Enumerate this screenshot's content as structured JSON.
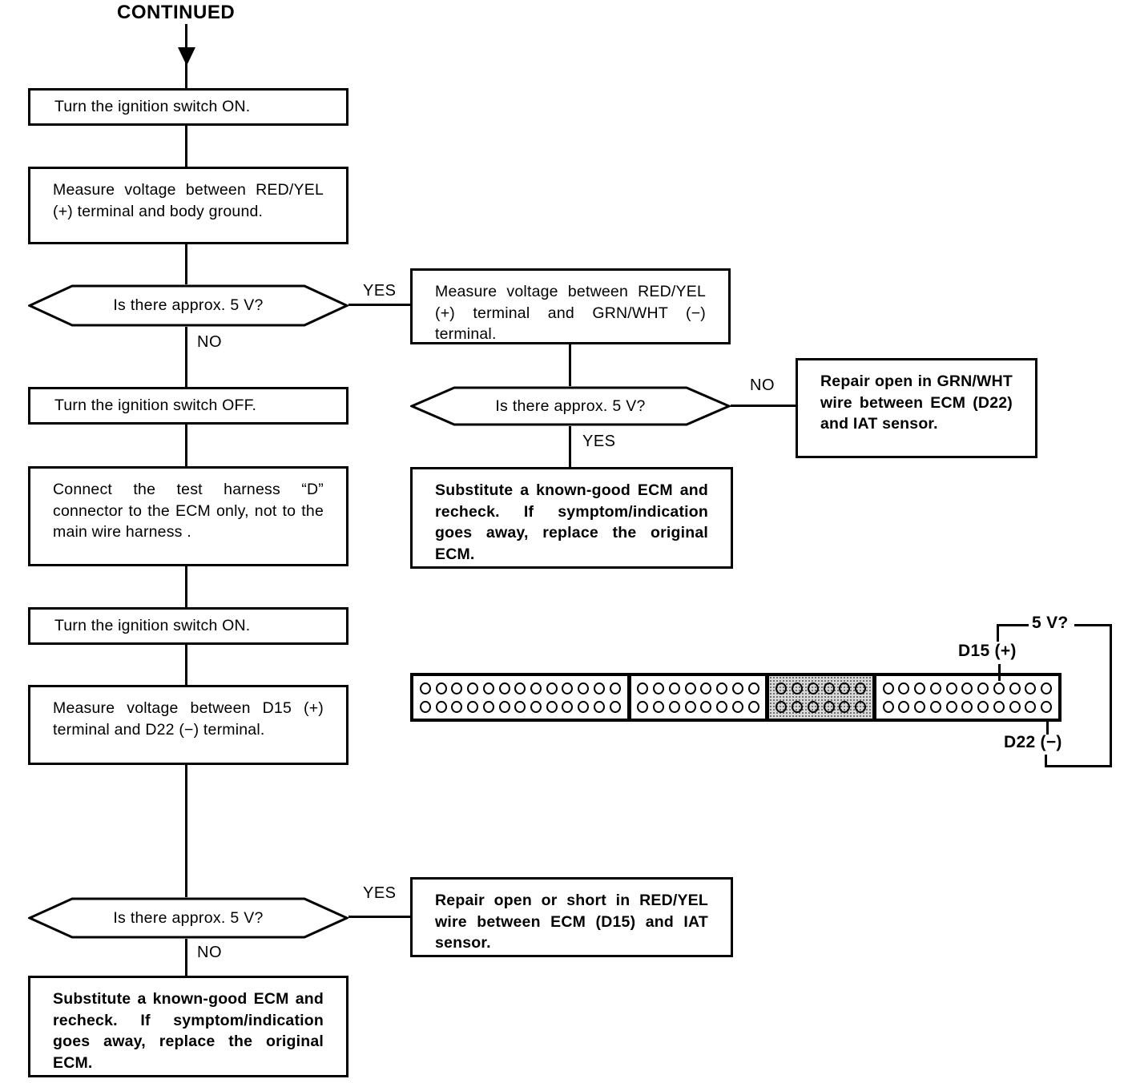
{
  "header": {
    "continued_label": "CONTINUED"
  },
  "labels": {
    "yes": "YES",
    "no": "NO"
  },
  "flow": {
    "box1": "Turn the ignition switch ON.",
    "box2": "Measure voltage between RED/YEL (+) terminal and body ground.",
    "decision1": "Is there approx. 5 V?",
    "box3": "Turn the ignition switch OFF.",
    "box4": "Connect the test harness “D” connector to the ECM only, not to the main wire harness .",
    "box5": "Turn the ignition switch ON.",
    "box6": "Measure voltage between D15 (+) terminal and D22 (−) terminal.",
    "decision2": "Is there approx. 5 V?",
    "box7": "Substitute a known-good ECM and recheck. If symptom/indication goes away, replace the original ECM."
  },
  "right_branch": {
    "boxR1": "Measure voltage between RED/YEL (+) terminal and GRN/WHT (−) terminal.",
    "decisionR": "Is there approx. 5 V?",
    "boxR2": "Substitute a known-good ECM and recheck. If symptom/indication goes away, replace the original ECM.",
    "boxR3": "Repair open in GRN/WHT wire between ECM (D22) and IAT sensor.",
    "boxR4": "Repair open or short in RED/YEL wire between ECM (D15) and IAT sensor."
  },
  "connector": {
    "label_5v": "5 V?",
    "label_d15": "D15 (+)",
    "label_d22": "D22 (−)",
    "rows": 2,
    "sections": [
      {
        "pins_per_row": 13,
        "shaded": false
      },
      {
        "pins_per_row": 8,
        "shaded": false
      },
      {
        "pins_per_row": 6,
        "shaded": true
      },
      {
        "pins_per_row": 11,
        "shaded": false
      }
    ],
    "probe_targets": {
      "positive": "D15 (top row, section 4, pin 8)",
      "negative": "D22 (bottom row, section 4, pin 11)"
    }
  },
  "colors": {
    "line": "#000000",
    "background": "#ffffff",
    "shaded_section": "#d8d8d8"
  }
}
